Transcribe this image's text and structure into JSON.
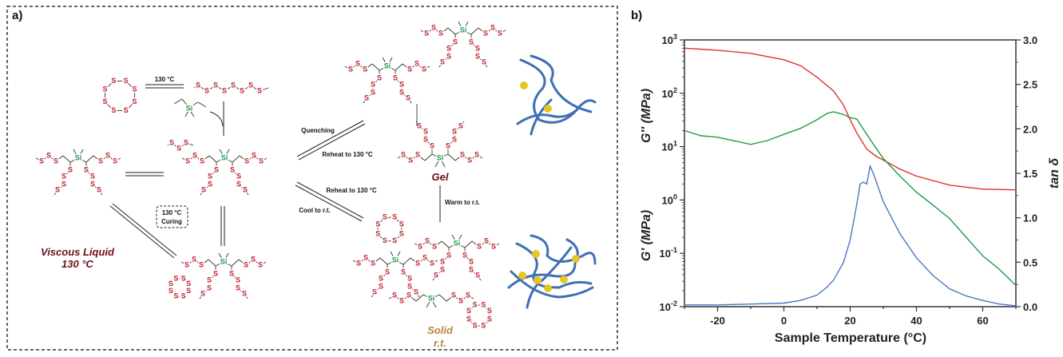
{
  "panel_a": {
    "label": "a)",
    "atoms": {
      "sulfur": "S",
      "silicon": "Si"
    },
    "conditions": {
      "ring_opening": "130 °C",
      "quenching": "Quenching",
      "reheat_gel": "Reheat to 130 °C",
      "reheat_solid": "Reheat to 130 °C",
      "cool": "Cool to r.t.",
      "warm": "Warm to r.t.",
      "curing_line1": "130 °C",
      "curing_line2": "Curing"
    },
    "states": {
      "viscous_line1": "Viscous Liquid",
      "viscous_line2": "130 °C",
      "gel": "Gel",
      "solid_line1": "Solid",
      "solid_line2": "r.t."
    },
    "colors": {
      "sulfur": "#c0202a",
      "silicon": "#1e9a48",
      "viscous": "#6b1018",
      "gel": "#6b1018",
      "solid": "#b8863a",
      "network": "#3f6fb5",
      "particle": "#e6c623"
    }
  },
  "panel_b": {
    "label": "b)"
  },
  "chart_data": {
    "type": "line",
    "title": "",
    "xlabel": "Sample Temperature (°C)",
    "ylabel_left": [
      "G'' (MPa)",
      "G' (MPa)"
    ],
    "ylabel_right": "tan δ",
    "xlim": [
      -30,
      70
    ],
    "ylim_left": [
      0.01,
      1000
    ],
    "yscale_left": "log",
    "ylim_right": [
      0,
      3.0
    ],
    "x_ticks": [
      -20,
      0,
      20,
      40,
      60
    ],
    "y_left_ticks": [
      {
        "base": "10",
        "exp": "-2"
      },
      {
        "base": "10",
        "exp": "-1"
      },
      {
        "base": "10",
        "exp": "0"
      },
      {
        "base": "10",
        "exp": "1"
      },
      {
        "base": "10",
        "exp": "2"
      },
      {
        "base": "10",
        "exp": "3"
      }
    ],
    "y_right_ticks": [
      "0.0",
      "0.5",
      "1.0",
      "1.5",
      "2.0",
      "2.5",
      "3.0"
    ],
    "grid": false,
    "series": [
      {
        "name": "G' (MPa)",
        "axis": "left",
        "color": "#e0312e",
        "x": [
          -30,
          -20,
          -10,
          0,
          5,
          10,
          15,
          18,
          20,
          22,
          25,
          28,
          30,
          35,
          40,
          50,
          60,
          70
        ],
        "y": [
          700,
          640,
          560,
          425,
          330,
          200,
          110,
          60,
          32,
          18,
          9,
          6.5,
          5.6,
          3.8,
          2.8,
          1.9,
          1.6,
          1.55
        ]
      },
      {
        "name": "G'' (MPa)",
        "axis": "left",
        "color": "#1f9a45",
        "x": [
          -30,
          -25,
          -20,
          -10,
          -5,
          0,
          5,
          10,
          13,
          15,
          18,
          20,
          22,
          25,
          28,
          30,
          35,
          40,
          45,
          50,
          55,
          60,
          65,
          70
        ],
        "y": [
          20,
          16,
          15,
          11,
          13,
          17,
          22,
          32,
          42,
          45,
          40,
          35,
          33,
          17,
          9,
          6,
          2.8,
          1.4,
          0.8,
          0.45,
          0.2,
          0.09,
          0.05,
          0.025
        ]
      },
      {
        "name": "tan δ",
        "axis": "right",
        "color": "#4a78c0",
        "x": [
          -30,
          -20,
          -10,
          0,
          5,
          10,
          13,
          15,
          18,
          20,
          22,
          23,
          24,
          25,
          26,
          27,
          30,
          35,
          40,
          45,
          50,
          55,
          60,
          65,
          70
        ],
        "y": [
          0.02,
          0.02,
          0.03,
          0.04,
          0.07,
          0.13,
          0.22,
          0.3,
          0.5,
          0.75,
          1.15,
          1.38,
          1.4,
          1.38,
          1.58,
          1.5,
          1.18,
          0.82,
          0.55,
          0.35,
          0.2,
          0.12,
          0.07,
          0.03,
          0.01
        ]
      }
    ]
  }
}
